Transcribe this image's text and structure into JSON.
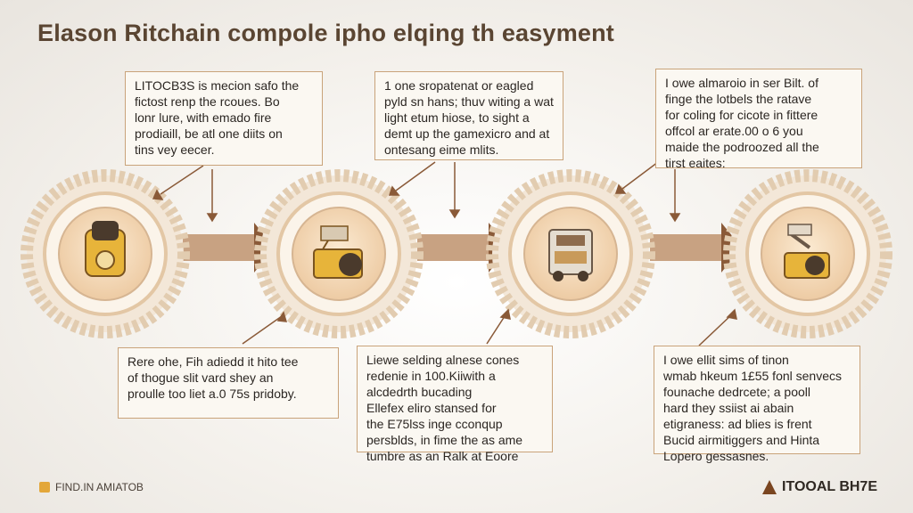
{
  "title": "Elason Ritchain compole ipho elqing th easyment",
  "top_boxes": [
    "LITOCB3S is mecion safo the\nfictost renp the rcoues. Bo\nlonr lure, with emado fire\nprodiaill, be atl one diits on\ntins vey eecer.",
    "1 one sropatenat or eagled\npyld sn hans; thuv witing a wat\nlight etum hiose, to sight a\ndemt up the gamexicro and at\nontesang eime mlits.",
    "I owe almaroio in ser Bilt. of\nfinge the lotbels the ratave\nfor coling for cicote in fittere\noffcol ar erate.00 o 6 you\nmaide the podroozed all the\ntirst eaites:"
  ],
  "bottom_boxes": [
    "Rere ohe, Fih adiedd it hito tee\nof thogue slit vard shey an\nproulle too liet a.0 75s pridoby.",
    "Liewe selding alnese cones\nredenie in 100.Kiiwith a\nalcdedrth bucading\nEllefex eliro stansed for\nthe E75lss inge cconqup\npersblds, in fime the as ame\ntumbre as an Ralk at Eoore",
    "I owe ellit sims of tinon\nwmab hkeum 1£55 fonl senvecs\nfounache dedrcete; a pooll\nhard they ssiist ai abain\netigraness: ad blies is frent\nBucid airmitiggers and Hinta\nLopero gessasnes."
  ],
  "footer": {
    "left_label": "FIND.IN AMIATOB",
    "right_logo": "ITOOAL BH7E"
  },
  "colors": {
    "ring": "#e7d3bb",
    "ring_dark": "#d6b592",
    "arrow": "#c8a282",
    "arrow_head": "#8a5a38",
    "accent": "#e7b43a",
    "border": "#c9a37a"
  },
  "nodes": [
    {
      "icon": "purse-with-coin-icon"
    },
    {
      "icon": "coin-machine-icon"
    },
    {
      "icon": "truck-icon"
    },
    {
      "icon": "robot-arm-coin-icon"
    }
  ]
}
